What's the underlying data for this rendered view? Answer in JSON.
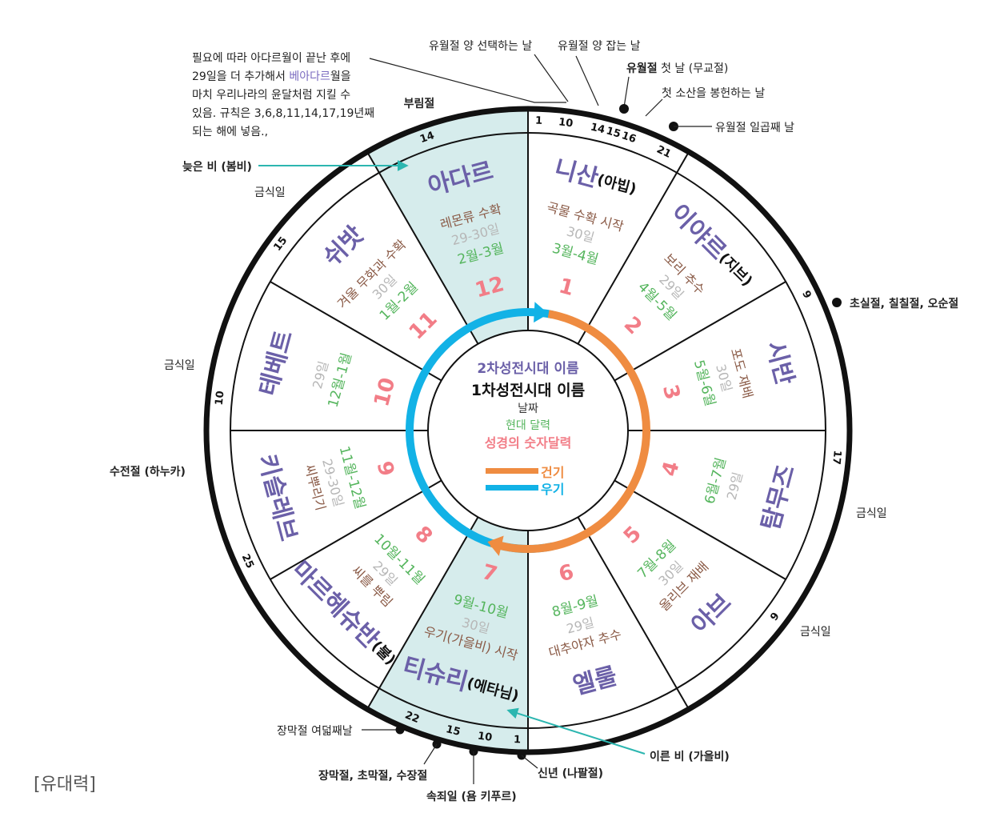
{
  "caption": "[유대력]",
  "center": {
    "second_temple_name": "2차성전시대 이름",
    "first_temple_name": "1차성전시대 이름",
    "days": "날짜",
    "modern": "현대 달력",
    "biblical": "성경의 숫자달력"
  },
  "legend": {
    "dry": "건기",
    "rainy": "우기"
  },
  "colors": {
    "dry": "#ef8c41",
    "rainy": "#12b2e6",
    "name": "#6b60a8",
    "harvest": "#8a5a46",
    "days": "#b7b7b7",
    "modern": "#55b55d",
    "number": "#f27d87",
    "highlight": "#d6ecec"
  },
  "months": [
    {
      "name": "니산",
      "old": "(아빕)",
      "harvest": "곡물 수확 시작",
      "days": "30일",
      "modern": "3월-4월",
      "num": "1"
    },
    {
      "name": "이야르",
      "old": "(지브)",
      "harvest": "보리 추수",
      "days": "29일",
      "modern": "4월-5월",
      "num": "2"
    },
    {
      "name": "시반",
      "old": "",
      "harvest": "포도 재배",
      "days": "30일",
      "modern": "5월-6월",
      "num": "3"
    },
    {
      "name": "탐무즈",
      "old": "",
      "harvest": "",
      "days": "29일",
      "modern": "6월-7월",
      "num": "4"
    },
    {
      "name": "아브",
      "old": "",
      "harvest": "올리브 재배",
      "days": "30일",
      "modern": "7월-8월",
      "num": "5"
    },
    {
      "name": "엘룰",
      "old": "",
      "harvest": "대추야자 추수",
      "days": "29일",
      "modern": "8월-9월",
      "num": "6"
    },
    {
      "name": "티슈리",
      "old": "(에타님)",
      "harvest": "우기(가을비) 시작",
      "days": "30일",
      "modern": "9월-10월",
      "num": "7"
    },
    {
      "name": "마르헤슈반",
      "old": "(불)",
      "harvest": "씨를 뿌림",
      "days": "29일",
      "modern": "10월-11월",
      "num": "8"
    },
    {
      "name": "키슬레브",
      "old": "",
      "harvest": "씨뿌리기",
      "days": "29-30일",
      "modern": "11월-12월",
      "num": "9"
    },
    {
      "name": "테베트",
      "old": "",
      "harvest": "",
      "days": "29일",
      "modern": "12월-1월",
      "num": "10"
    },
    {
      "name": "쉬밧",
      "old": "",
      "harvest": "겨울 무화과 수확",
      "days": "30일",
      "modern": "1월-2월",
      "num": "11"
    },
    {
      "name": "아다르",
      "old": "",
      "harvest": "레몬류 수확",
      "days": "29-30일",
      "modern": "2월-3월",
      "num": "12"
    }
  ],
  "ring_numbers": [
    {
      "text": "1"
    },
    {
      "text": "10"
    },
    {
      "text": "14"
    },
    {
      "text": "15"
    },
    {
      "text": "16"
    },
    {
      "text": "21"
    },
    {
      "text": "9"
    },
    {
      "text": "17"
    },
    {
      "text": "9"
    },
    {
      "text": "1"
    },
    {
      "text": "10"
    },
    {
      "text": "15"
    },
    {
      "text": "22"
    },
    {
      "text": "25"
    },
    {
      "text": "10"
    },
    {
      "text": "15"
    },
    {
      "text": "14"
    }
  ],
  "annotations": {
    "veadar_note_pre": [
      "필요에 따라 아다르월이 끝난 후에",
      "29일을 더 추가해서 "
    ],
    "veadar_name": "베아다르",
    "veadar_note_post": [
      "월을",
      "마치 우리나라의 윤달처럼 지킬 수",
      "있음. 규칙은 3,6,8,11,14,17,19년째",
      "되는 해에 넣음.,"
    ],
    "purim": "부림절",
    "latter_rain": "늦은 비 (봄비)",
    "lamb_select": "유월절 양 선택하는 날",
    "lamb_slaughter": "유월절 양 잡는 날",
    "passover_bold": "유월절",
    "passover_rest": " 첫 날 (무교절)",
    "first_fruits": "첫 소산을 봉헌하는 날",
    "passover_seventh": "유월절 일곱째 날",
    "shavuot": "초실절, 칠칠절, 오순절",
    "fast1": "금식일",
    "fast2": "금식일",
    "fast3": "금식일",
    "fast4": "금식일",
    "hanukkah": "수전절 (하누카)",
    "sukkot_eighth": "장막절 여덟째날",
    "sukkot": "장막절, 초막절, 수장절",
    "yom_kippur": "속죄일 (욤 키푸르)",
    "new_year": "신년 (나팔절)",
    "early_rain": "이른 비 (가을비)"
  }
}
